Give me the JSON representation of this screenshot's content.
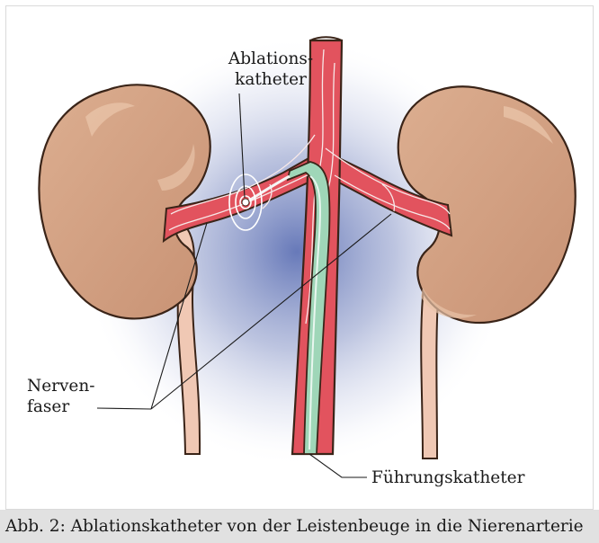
{
  "labels": {
    "ablation_line1": "Ablations-",
    "ablation_line2": "katheter",
    "nerve_line1": "Nerven-",
    "nerve_line2": "faser",
    "guide_catheter": "Führungskatheter"
  },
  "caption": "Abb. 2: Ablationskatheter von der Leistenbeuge in die Nierenarterie",
  "colors": {
    "kidney": "#d4a283",
    "kidney_outline": "#3a2418",
    "artery": "#e2535e",
    "ureter": "#f0c8b4",
    "catheter": "#9fd6b8",
    "glow": "#5f72b5",
    "caption_bg": "#e1e1e1"
  }
}
